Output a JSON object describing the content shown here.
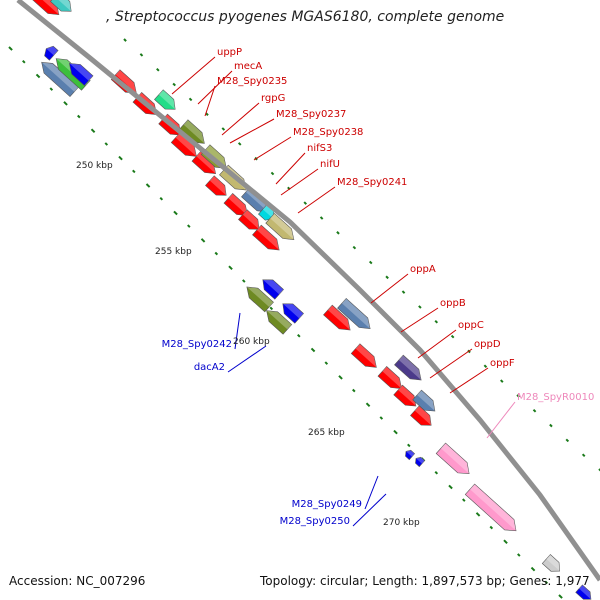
{
  "title": ", Streptococcus pyogenes MGAS6180, complete genome",
  "footer": {
    "accession": "Accession: NC_007296",
    "topology": "Topology: circular; Length: 1,897,573 bp; Genes: 1,977"
  },
  "colors": {
    "backbone": "#909090",
    "forward_gene": "#ff0000",
    "rna": "#ff99cc",
    "label_forward": "#cc0000",
    "label_reverse": "#0000cc",
    "label_rna": "#ee88bb",
    "tick": "#1a7a1a"
  },
  "scale_labels": [
    "250 kbp",
    "255 kbp",
    "260 kbp",
    "265 kbp",
    "270 kbp"
  ],
  "gene_labels": {
    "forward": [
      "uppP",
      "mecA",
      "M28_Spy0235",
      "rgpG",
      "M28_Spy0237",
      "M28_Spy0238",
      "nifS3",
      "nifU",
      "M28_Spy0241",
      "oppA",
      "oppB",
      "oppC",
      "oppD",
      "oppF"
    ],
    "reverse": [
      "M28_Spy0242",
      "dacA2",
      "M28_Spy0249",
      "M28_Spy0250"
    ],
    "rna": [
      "M28_SpyR0010"
    ]
  }
}
